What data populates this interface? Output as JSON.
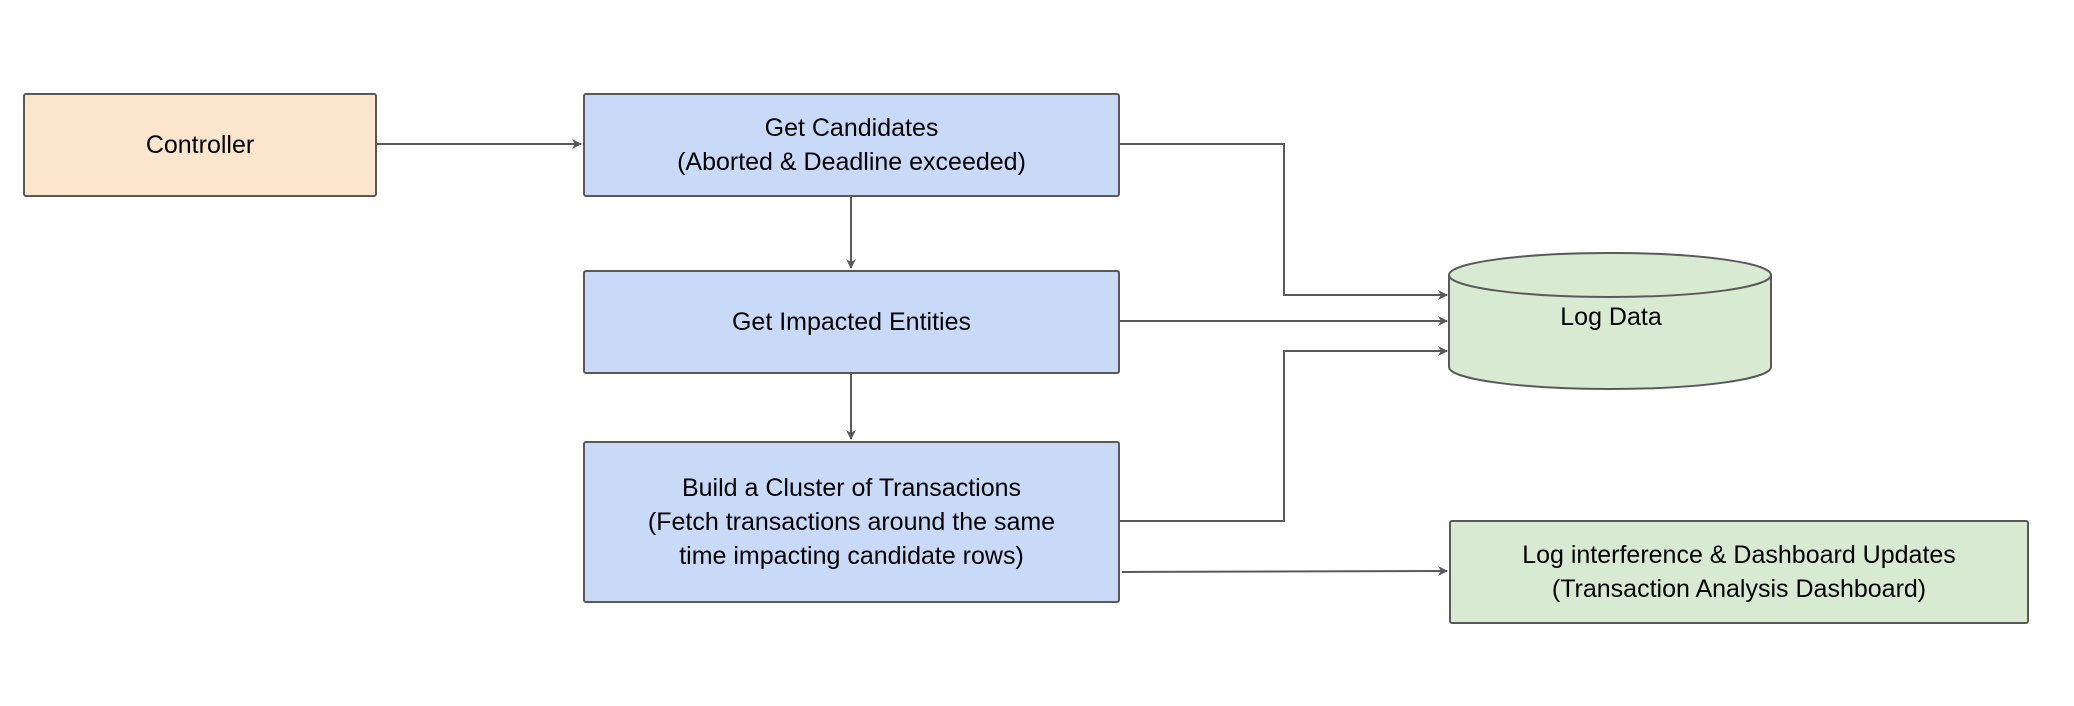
{
  "nodes": {
    "controller": {
      "label": "Controller"
    },
    "get_candidates": {
      "lines": [
        "Get Candidates",
        "(Aborted & Deadline exceeded)"
      ]
    },
    "get_impacted_entities": {
      "label": "Get Impacted Entities"
    },
    "build_cluster": {
      "lines": [
        "Build a Cluster of Transactions",
        "(Fetch transactions around the same",
        "time impacting candidate rows)"
      ]
    },
    "log_data": {
      "label": "Log Data"
    },
    "dashboard": {
      "lines": [
        "Log interference & Dashboard Updates",
        "(Transaction Analysis Dashboard)"
      ]
    }
  },
  "edges": [
    {
      "from": "controller",
      "to": "get_candidates"
    },
    {
      "from": "get_candidates",
      "to": "get_impacted_entities"
    },
    {
      "from": "get_impacted_entities",
      "to": "build_cluster"
    },
    {
      "from": "get_candidates",
      "to": "log_data"
    },
    {
      "from": "get_impacted_entities",
      "to": "log_data"
    },
    {
      "from": "build_cluster",
      "to": "log_data"
    },
    {
      "from": "build_cluster",
      "to": "dashboard"
    }
  ],
  "colors": {
    "controller_fill": "#fce5cd",
    "process_fill": "#c9daf8",
    "storage_fill": "#d9ead3",
    "stroke": "#595959"
  }
}
